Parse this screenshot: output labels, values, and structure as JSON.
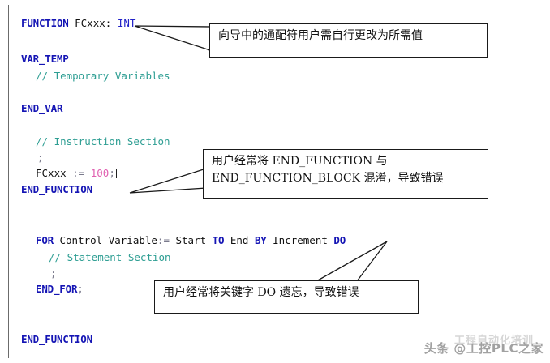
{
  "editor": {
    "language": "SCL",
    "colors": {
      "keyword": "#1414b4",
      "type": "#2222c8",
      "identifier": "#101010",
      "comment": "#2e9e93",
      "number": "#e060b0",
      "operator": "#7a7a8c",
      "background": "#ffffff",
      "callout_border": "#1a1a1a"
    },
    "lines": {
      "l1_kw": "FUNCTION",
      "l1_id": " FCxxx",
      "l1_colon": ":",
      "l1_type": " INT",
      "l2_kw": "VAR_TEMP",
      "l3_cmt": "// Temporary Variables",
      "l4_kw": "END_VAR",
      "l5_cmt": "// Instruction Section",
      "l6_pun": ";",
      "l7_id": "FCxxx",
      "l7_op": " := ",
      "l7_num": "100",
      "l7_pun": ";",
      "l8_kw": "END_FUNCTION",
      "l9_kw": "FOR",
      "l9_id1": " Control Variable",
      "l9_op": ":=",
      "l9_id2": " Start ",
      "l9_kw2": "TO",
      "l9_id3": " End ",
      "l9_kw3": "BY",
      "l9_id4": " Increment ",
      "l9_kw4": "DO",
      "l10_cmt": "// Statement Section",
      "l11_pun": ";",
      "l12_kw": "END_FOR",
      "l12_pun": ";",
      "l13_kw": "END_FUNCTION"
    }
  },
  "callouts": [
    {
      "id": "wildcard-note",
      "line1": "向导中的通配符用户需自行更改为所需值",
      "target": "INT type of FUNCTION declaration"
    },
    {
      "id": "end-function-note",
      "line1": "用户经常将 END_FUNCTION 与",
      "line2": "END_FUNCTION_BLOCK 混淆，导致错误",
      "target": "END_FUNCTION keyword"
    },
    {
      "id": "do-keyword-note",
      "line1": "用户经常将关键字 DO 遗忘，导致错误",
      "target": "DO keyword of FOR statement"
    }
  ],
  "watermark": {
    "text": "头条 @工控PLC之家",
    "ghost": "工程自动化培训"
  }
}
